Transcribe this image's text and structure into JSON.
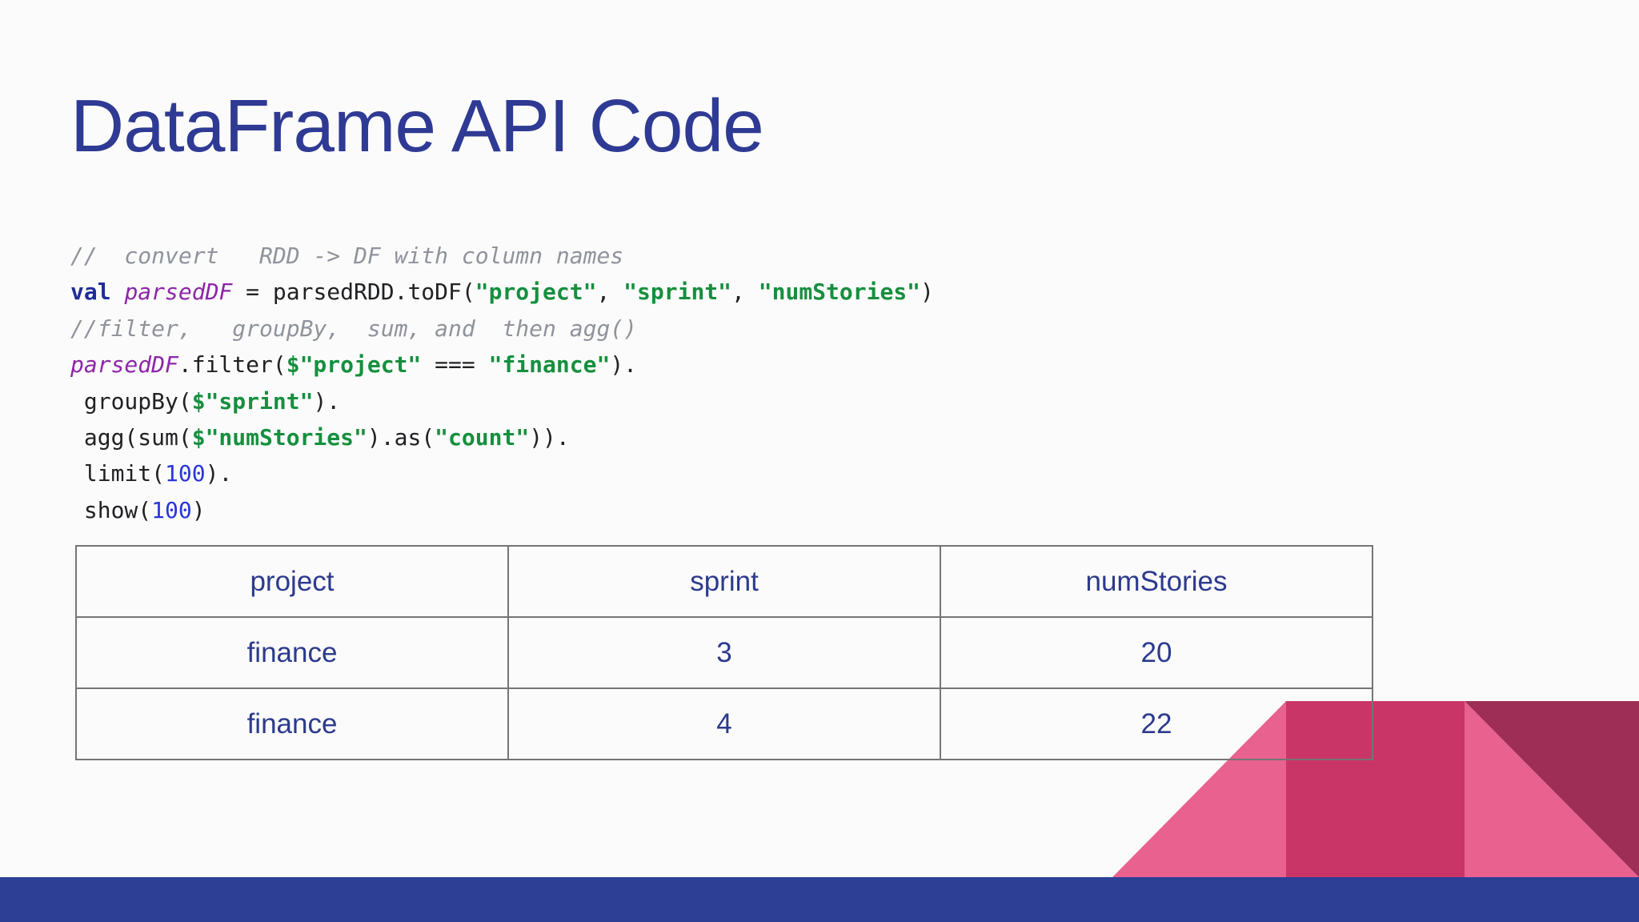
{
  "slide": {
    "title": "DataFrame API Code"
  },
  "code": {
    "language": "scala",
    "lines": [
      [
        [
          "cm",
          "//  convert   RDD -> DF with column names"
        ]
      ],
      [
        [
          "kw",
          "val"
        ],
        [
          "pl",
          " "
        ],
        [
          "var",
          "parsedDF"
        ],
        [
          "pl",
          " = parsedRDD.toDF("
        ],
        [
          "str",
          "\"project\""
        ],
        [
          "pl",
          ", "
        ],
        [
          "str",
          "\"sprint\""
        ],
        [
          "pl",
          ", "
        ],
        [
          "str",
          "\"numStories\""
        ],
        [
          "pl",
          ")"
        ]
      ],
      [
        [
          "cm",
          "//filter,   groupBy,  sum, and  then agg()"
        ]
      ],
      [
        [
          "var",
          "parsedDF"
        ],
        [
          "pl",
          ".filter("
        ],
        [
          "str",
          "$\"project\""
        ],
        [
          "pl",
          " === "
        ],
        [
          "str",
          "\"finance\""
        ],
        [
          "pl",
          ")."
        ]
      ],
      [
        [
          "pl",
          " groupBy("
        ],
        [
          "str",
          "$\"sprint\""
        ],
        [
          "pl",
          ")."
        ]
      ],
      [
        [
          "pl",
          " agg(sum("
        ],
        [
          "str",
          "$\"numStories\""
        ],
        [
          "pl",
          ").as("
        ],
        [
          "str",
          "\"count\""
        ],
        [
          "pl",
          "))."
        ]
      ],
      [
        [
          "pl",
          " limit("
        ],
        [
          "num",
          "100"
        ],
        [
          "pl",
          ")."
        ]
      ],
      [
        [
          "pl",
          " show("
        ],
        [
          "num",
          "100"
        ],
        [
          "pl",
          ")"
        ]
      ]
    ]
  },
  "table": {
    "headers": [
      "project",
      "sprint",
      "numStories"
    ],
    "rows": [
      [
        "finance",
        "3",
        "20"
      ],
      [
        "finance",
        "4",
        "22"
      ]
    ]
  },
  "decorations": {
    "shapes": [
      "pink-triangle-left",
      "pink-rectangle-center",
      "pink-triangle-right",
      "maroon-triangle-corner",
      "bottom-blue-bar"
    ]
  },
  "colors": {
    "bg": "#fbfbfb",
    "title": "#2e3a93",
    "comment": "#8f939b",
    "keyword": "#1f2d96",
    "variable": "#8d26a8",
    "string": "#168f3e",
    "number": "#2936d8",
    "plain": "#202124",
    "table_text": "#2c3a8e",
    "table_border": "#757575",
    "pink_light": "#e8618f",
    "pink_dark": "#ca3568",
    "maroon": "#9e2e55",
    "bar": "#2d3e95"
  }
}
